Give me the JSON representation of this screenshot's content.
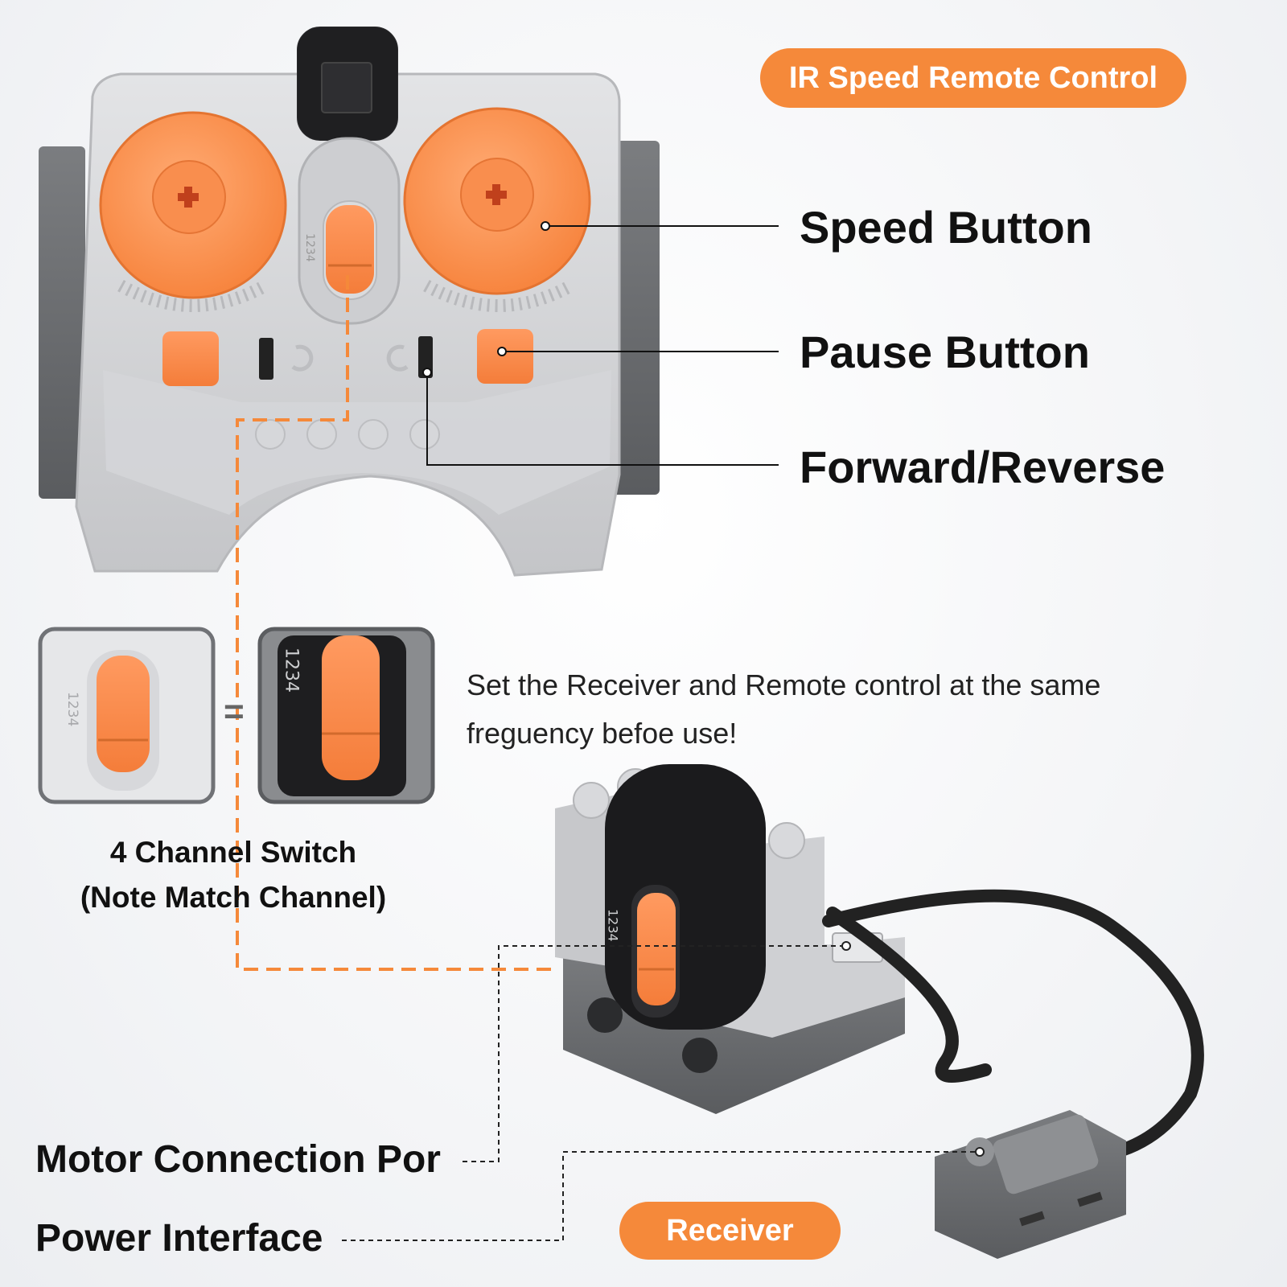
{
  "title_badge": "IR Speed Remote Control",
  "callouts": {
    "speed_button": "Speed Button",
    "pause_button": "Pause Button",
    "forward_reverse": "Forward/Reverse"
  },
  "instruction_note": {
    "line1": "Set the Receiver and Remote control at the same",
    "line2": "freguency befoe use!"
  },
  "equals_sign": "=",
  "channel_switch": {
    "line1": "4 Channel Switch",
    "line2": "(Note Match Channel)",
    "numbers": [
      "1",
      "2",
      "3",
      "4"
    ]
  },
  "ports": {
    "motor": "Motor Connection Por",
    "power": "Power Interface"
  },
  "receiver_badge": "Receiver",
  "colors": {
    "accent_orange": "#f5893a",
    "device_light_gray": "#cfd0d2",
    "device_dark_gray": "#6c6e71",
    "device_black": "#1e1e20",
    "text_dark": "#111111"
  }
}
